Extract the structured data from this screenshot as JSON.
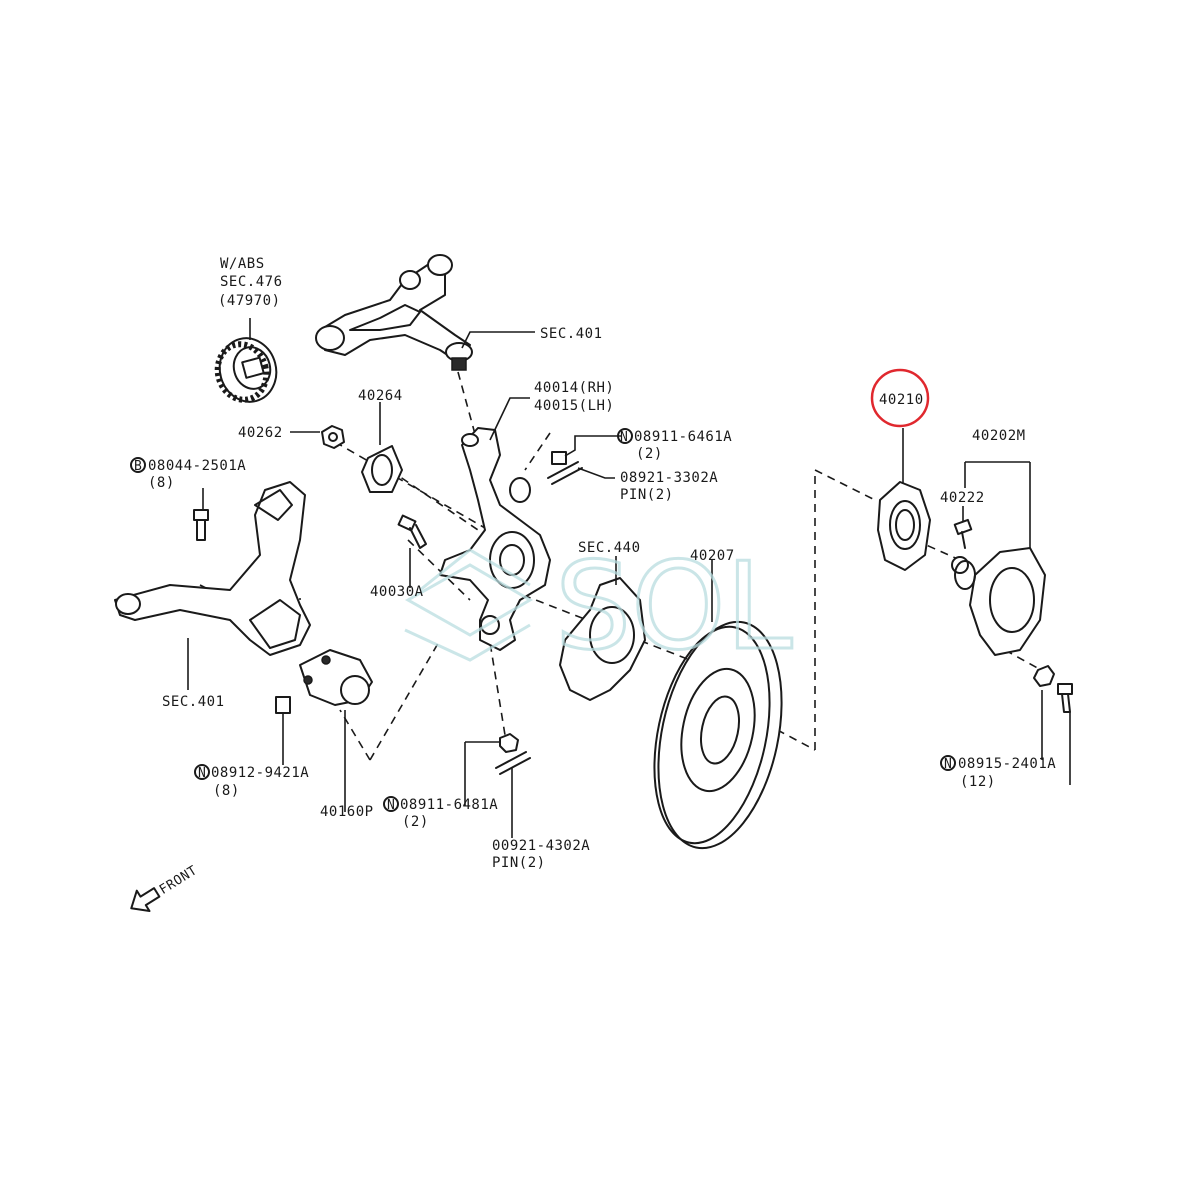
{
  "labels": {
    "abs_w": "W/ABS",
    "abs_sec": "SEC.476",
    "abs_part": "(47970)",
    "sec401_upper": "SEC.401",
    "p40264": "40264",
    "p40262": "40262",
    "p40014": "40014(RH)",
    "p40015": "40015(LH)",
    "n08911_6461a": "08911-6461A",
    "n08911_6461a_qty": "(2)",
    "n08921_3302a": "08921-3302A",
    "n08921_3302a_pin": "PIN(2)",
    "b08044_2501a": "08044-2501A",
    "b08044_2501a_qty": "(8)",
    "p40030a": "40030A",
    "sec440": "SEC.440",
    "p40207": "40207",
    "p40210": "40210",
    "p40202m": "40202M",
    "p40222": "40222",
    "sec401_lower": "SEC.401",
    "n08912_9421a": "08912-9421A",
    "n08912_9421a_qty": "(8)",
    "p40160p": "40160P",
    "n08911_6481a": "08911-6481A",
    "n08911_6481a_qty": "(2)",
    "n00921_4302a": "00921-4302A",
    "n00921_4302a_pin": "PIN(2)",
    "n08915_2401a": "08915-2401A",
    "n08915_2401a_qty": "(12)",
    "front": "FRONT"
  },
  "callouts": {
    "b": "B",
    "n": "N"
  },
  "watermark": {
    "text": "SOL"
  },
  "highlight": {
    "part": "40210",
    "color": "#e0282e"
  },
  "colors": {
    "ink": "#1a1a1a",
    "watermark": "#b9dde0",
    "highlight": "#e0282e"
  }
}
